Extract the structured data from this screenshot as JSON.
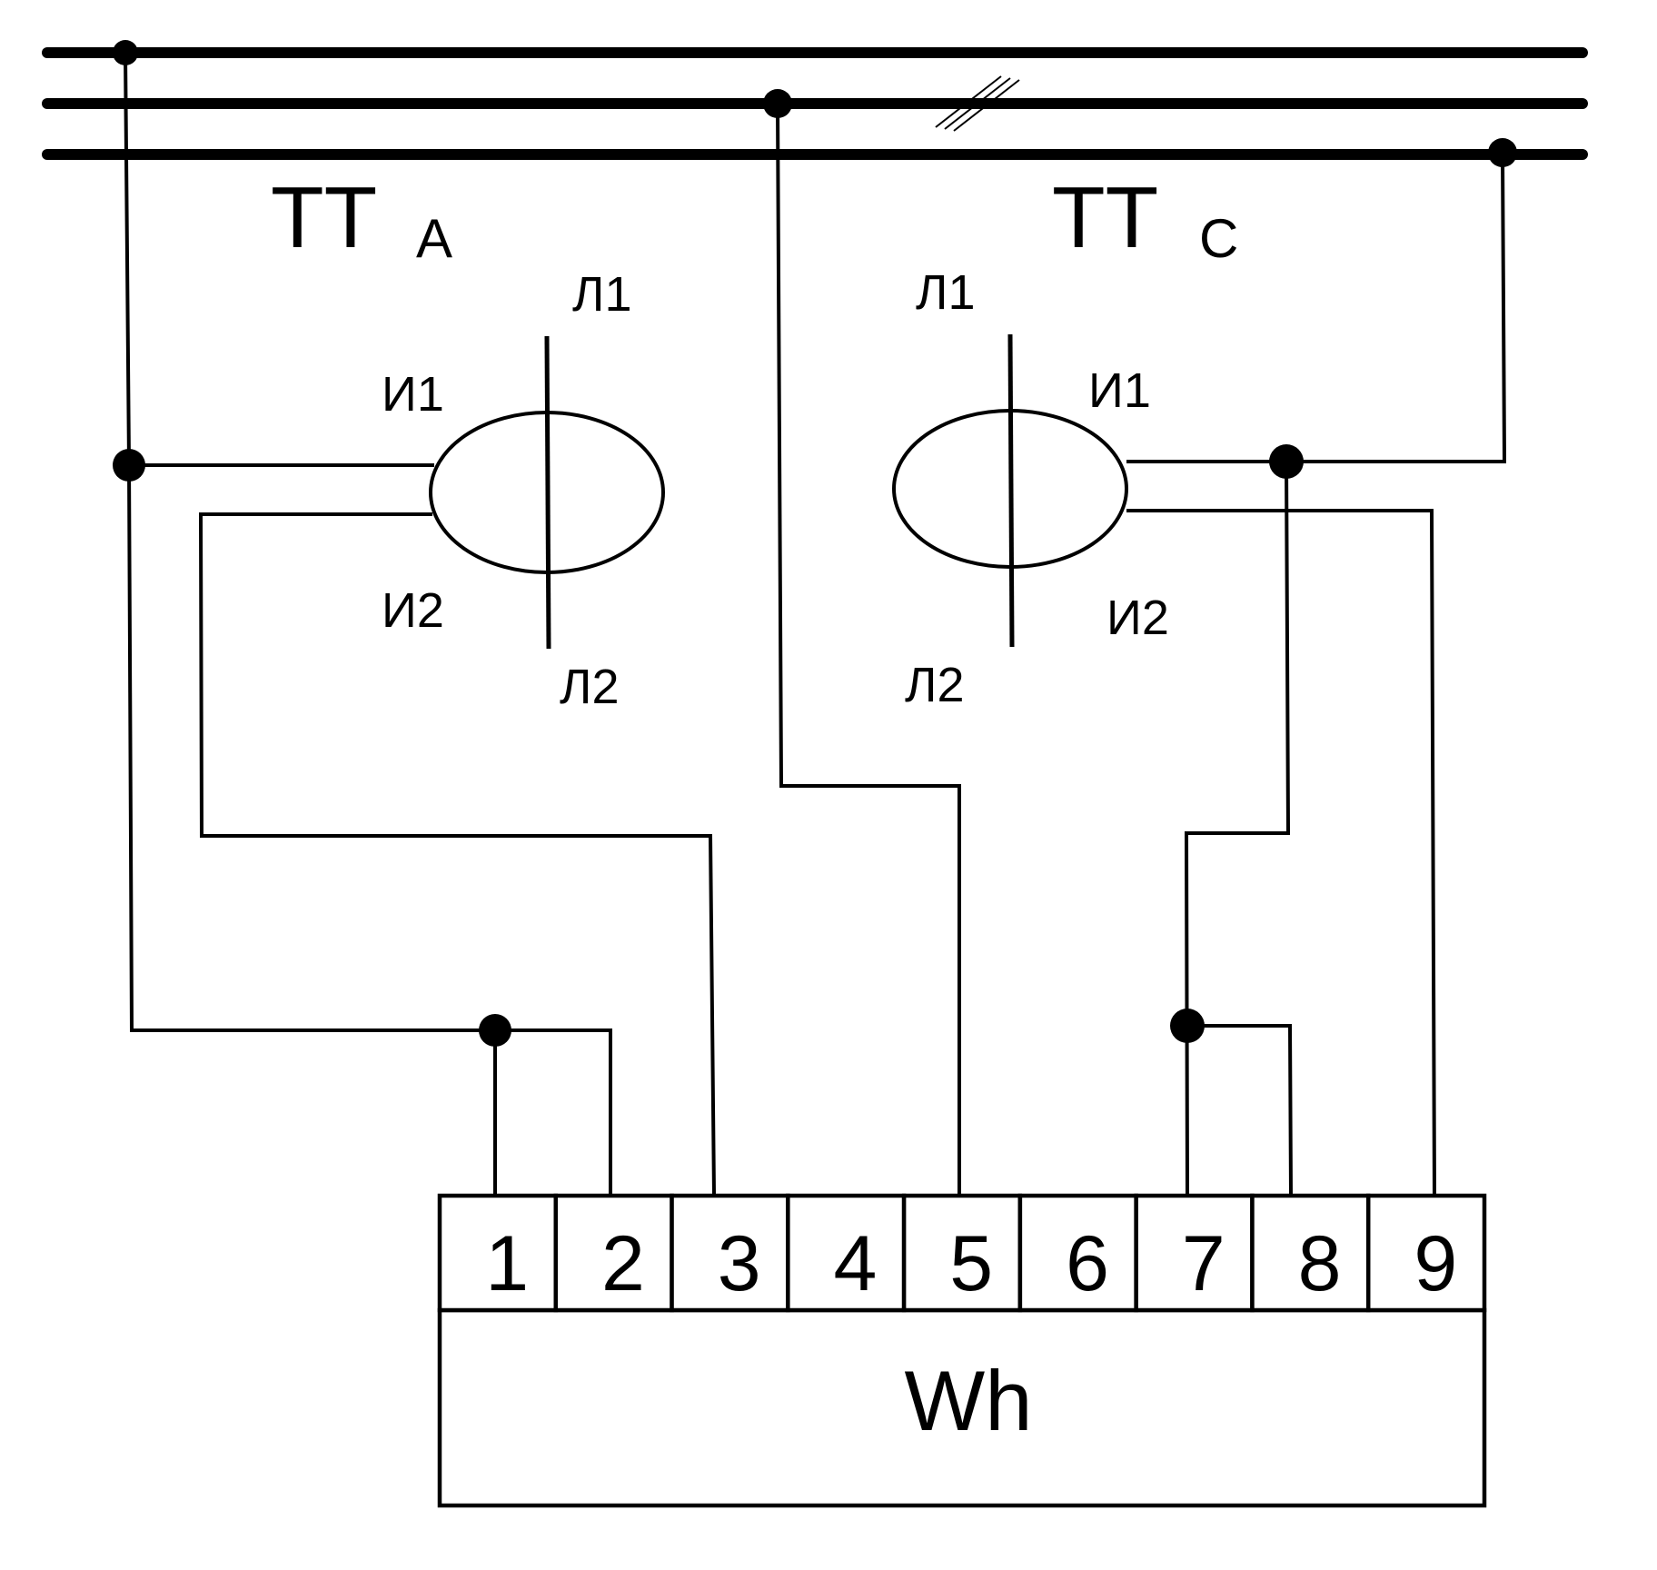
{
  "transformers": [
    {
      "id": "A",
      "title_main": "ТТ",
      "title_sub": "A",
      "primary_start": "Л1",
      "primary_end": "Л2",
      "secondary_start": "И1",
      "secondary_end": "И2"
    },
    {
      "id": "C",
      "title_main": "ТТ",
      "title_sub": "C",
      "primary_start": "Л1",
      "primary_end": "Л2",
      "secondary_start": "И1",
      "secondary_end": "И2"
    }
  ],
  "meter": {
    "label": "Wh",
    "terminals": [
      "1",
      "2",
      "3",
      "4",
      "5",
      "6",
      "7",
      "8",
      "9"
    ]
  },
  "colors": {
    "ink": "#000000",
    "background": "#ffffff"
  }
}
